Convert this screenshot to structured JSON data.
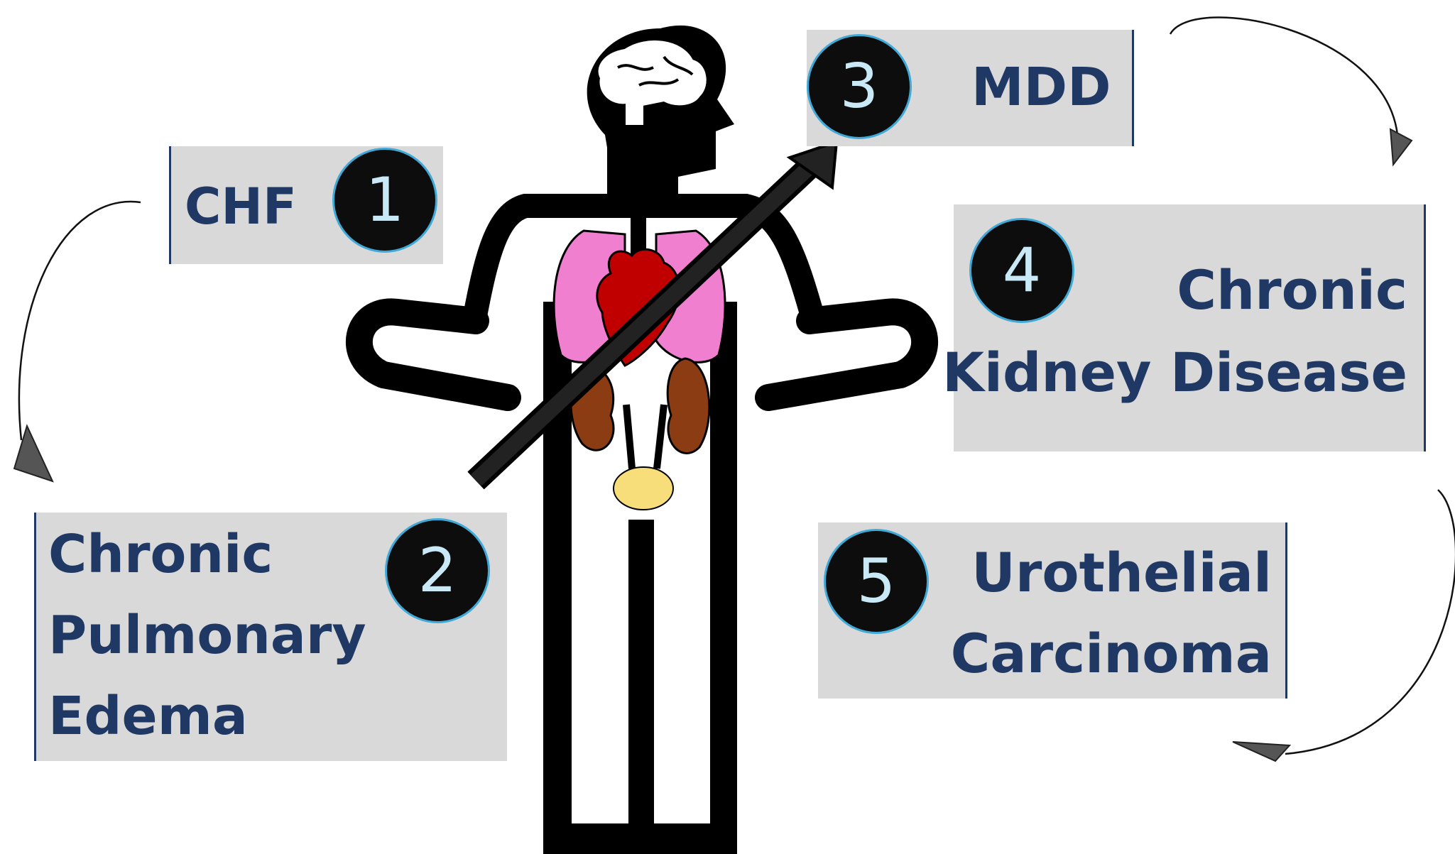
{
  "conditions": [
    {
      "number": "1",
      "label": "CHF"
    },
    {
      "number": "2",
      "label_lines": [
        "Chronic",
        "Pulmonary",
        "Edema"
      ]
    },
    {
      "number": "3",
      "label": "MDD"
    },
    {
      "number": "4",
      "label_lines": [
        "Chronic",
        "Kidney Disease"
      ]
    },
    {
      "number": "5",
      "label_lines": [
        "Urothelial",
        "Carcinoma"
      ]
    }
  ],
  "colors": {
    "label_text": "#1f3864",
    "box_fill": "#d9d9d9",
    "badge_fill": "#0d0d0d",
    "badge_ring": "#3fa9d8",
    "badge_text": "#c9e9f7",
    "body_silhouette": "#000000",
    "lungs": "#f07fd0",
    "heart": "#c00000",
    "kidneys": "#8b3c12",
    "bladder": "#f7de7a",
    "arrow": "#222222"
  },
  "icons": [
    "human-silhouette",
    "brain-icon",
    "lungs-icon",
    "heart-icon",
    "kidneys-icon",
    "bladder-icon",
    "diagonal-arrow-icon"
  ]
}
